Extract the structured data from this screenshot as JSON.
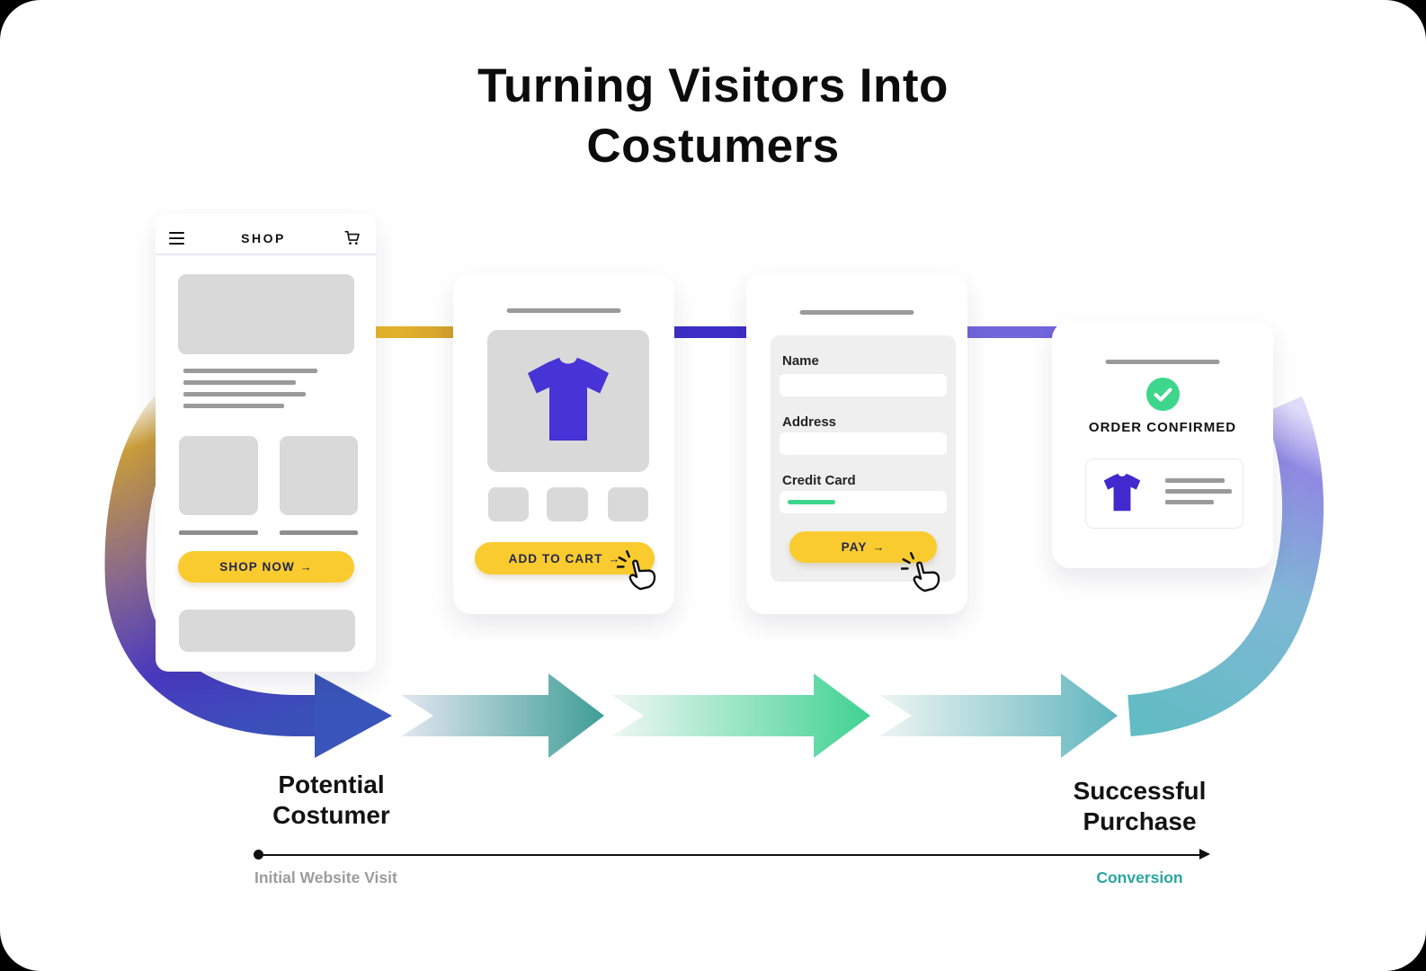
{
  "title": {
    "line1": "Turning Visitors Into",
    "line2": "Costumers"
  },
  "shop_screen": {
    "title": "SHOP",
    "cta": "SHOP NOW",
    "cta_arrow": "→"
  },
  "product_screen": {
    "cta": "ADD TO CART",
    "cta_arrow": "→"
  },
  "checkout_screen": {
    "fields": [
      {
        "label": "Name"
      },
      {
        "label": "Address"
      },
      {
        "label": "Credit Card"
      }
    ],
    "cta": "PAY",
    "cta_arrow": "→"
  },
  "confirmation_screen": {
    "status": "ORDER CONFIRMED"
  },
  "funnel": {
    "start_title_line1": "Potential",
    "start_title_line2": "Costumer",
    "end_title_line1": "Successful",
    "end_title_line2": "Purchase",
    "start_caption": "Initial Website Visit",
    "end_caption": "Conversion"
  },
  "colors": {
    "accent_yellow": "#F9CB2F",
    "brand_purple": "#4733D6",
    "success_green": "#3DD68C",
    "conversion_teal": "#2AA89E",
    "funnel_blue": "#3A55B9",
    "funnel_gold": "#C89C3B"
  }
}
